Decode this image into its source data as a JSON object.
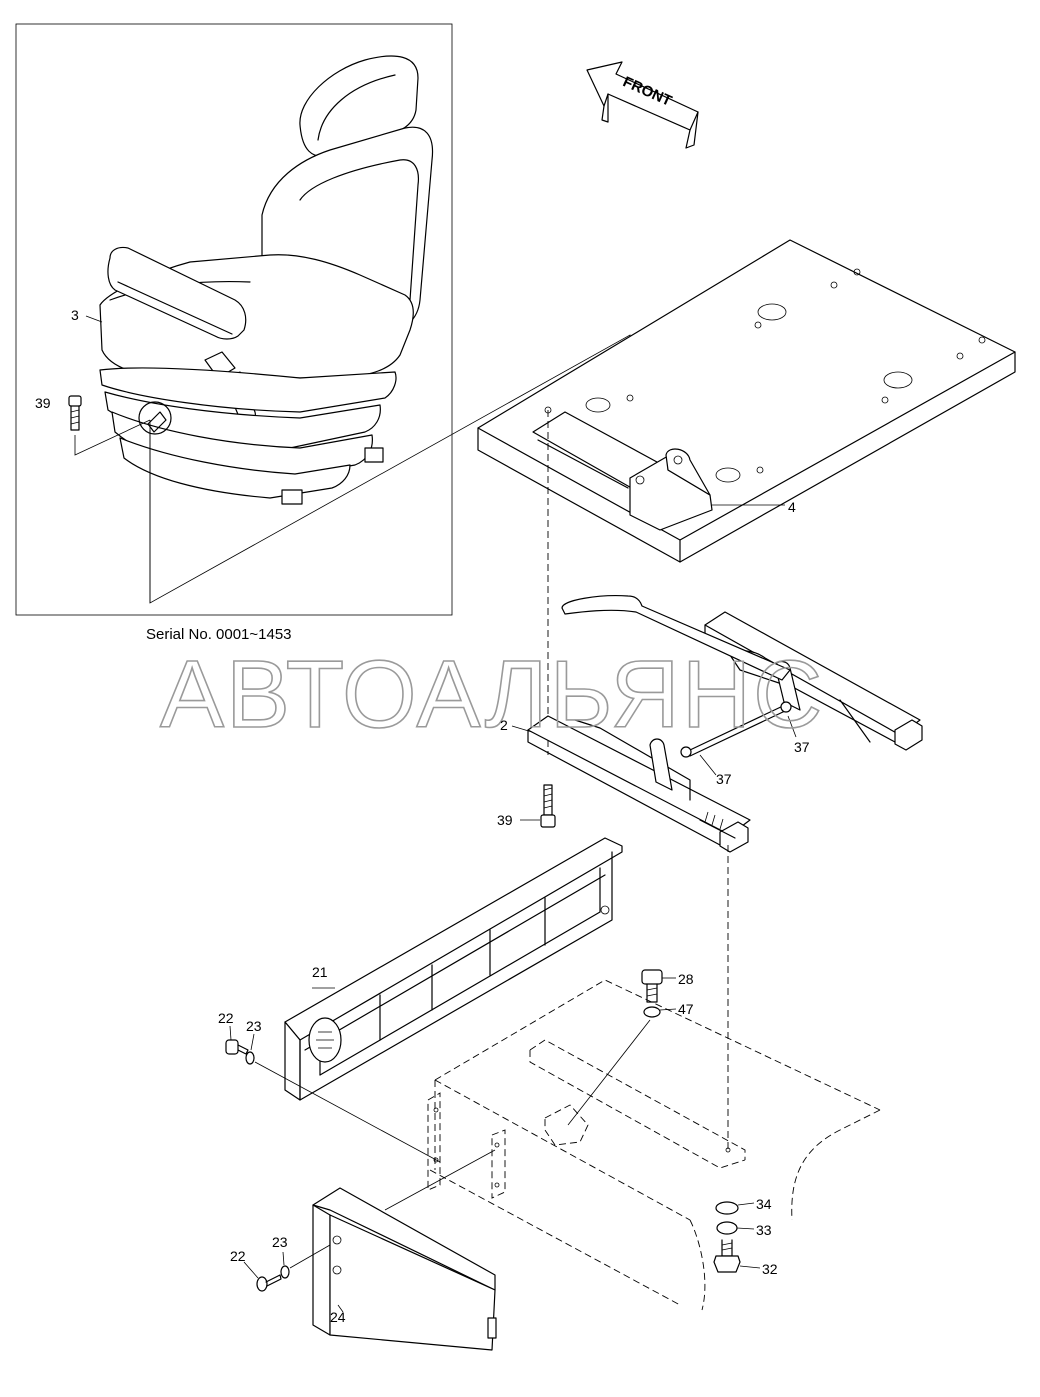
{
  "serial_note": "Serial No. 0001~1453",
  "direction_label": "FRONT",
  "watermark": "АВТОАЛЬЯНС",
  "callouts": {
    "c3": "3",
    "c39a": "39",
    "c4": "4",
    "c2": "2",
    "c37a": "37",
    "c37b": "37",
    "c39b": "39",
    "c21": "21",
    "c22a": "22",
    "c23a": "23",
    "c28": "28",
    "c47": "47",
    "c34": "34",
    "c33": "33",
    "c32": "32",
    "c22b": "22",
    "c23b": "23",
    "c24": "24"
  }
}
